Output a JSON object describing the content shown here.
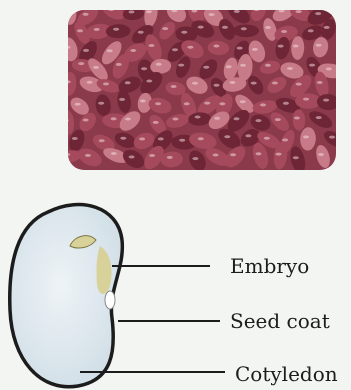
{
  "figure": {
    "photo": {
      "subject": "red-kidney-beans-photo"
    },
    "diagram": {
      "subject": "bean-seed-longitudinal-section"
    },
    "labels": {
      "embryo": "Embryo",
      "seed_coat": "Seed coat",
      "cotyledon": "Cotyledon"
    },
    "colors": {
      "photo_base": "#8a3a4a",
      "bean_dark": "#6e2536",
      "bean_mid": "#a54a5c",
      "bean_light": "#c77a88",
      "seed_fill": "#e3ecf2",
      "seed_coat_stroke": "#1c1c1c",
      "embryo_fill": "#d8d29a",
      "leader_line": "#1c1c1c"
    }
  }
}
